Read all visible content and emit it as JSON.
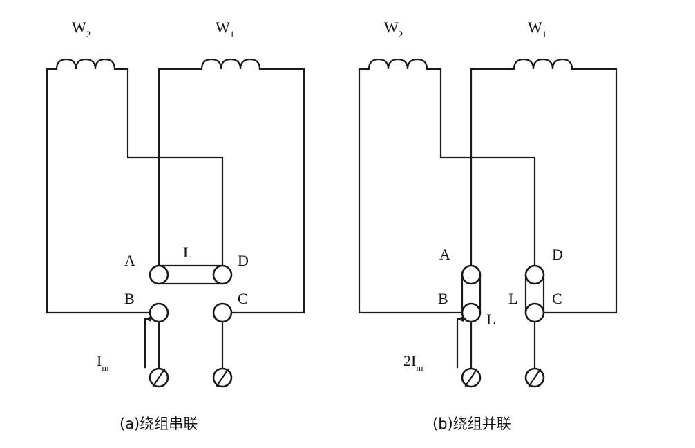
{
  "panel_a": {
    "winding_w2": {
      "main": "W",
      "sub": "2"
    },
    "winding_w1": {
      "main": "W",
      "sub": "1"
    },
    "terminals": {
      "a": "A",
      "b": "B",
      "c": "C",
      "d": "D"
    },
    "link": "L",
    "current": {
      "main": "I",
      "sub": "m"
    },
    "caption": "(a)绕组串联"
  },
  "panel_b": {
    "winding_w2": {
      "main": "W",
      "sub": "2"
    },
    "winding_w1": {
      "main": "W",
      "sub": "1"
    },
    "terminals": {
      "a": "A",
      "b": "B",
      "c": "C",
      "d": "D"
    },
    "link_left": "L",
    "link_right": "L",
    "current": {
      "main": "2I",
      "sub": "m"
    },
    "caption": "(b)绕组并联"
  }
}
